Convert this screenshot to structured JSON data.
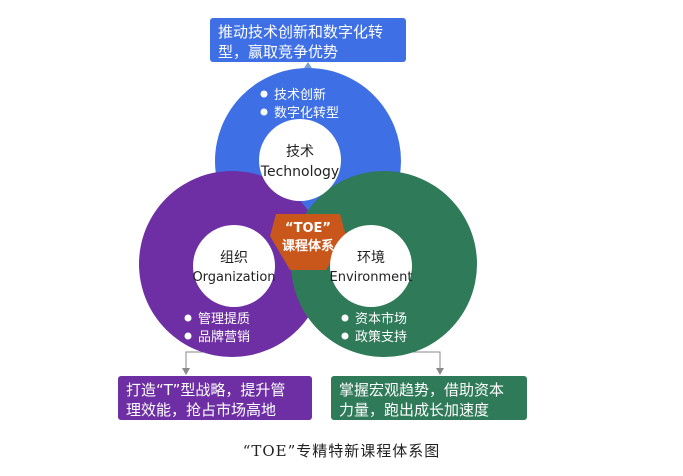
{
  "top_box": {
    "line1": "推动技术创新和数字化转",
    "line2": "型，赢取竞争优势"
  },
  "technology": {
    "bullets": [
      "技术创新",
      "数字化转型"
    ],
    "label_cn": "技术",
    "label_en": "Technology"
  },
  "center": {
    "line1": "“TOE”",
    "line2": "课程体系"
  },
  "organization": {
    "bullets": [
      "管理提质",
      "品牌营销"
    ],
    "label_cn": "组织",
    "label_en": "Organization"
  },
  "environment": {
    "bullets": [
      "资本市场",
      "政策支持"
    ],
    "label_cn": "环境",
    "label_en": "Environment"
  },
  "left_box": {
    "line1": "打造“T”型战略，提升管",
    "line2": "理效能，抢占市场高地"
  },
  "right_box": {
    "line1": "掌握宏观趋势，借助资本",
    "line2": "力量，跑出成长加速度"
  },
  "caption": "“TOE”专精特新课程体系图",
  "colors": {
    "technology": "#3f6fe5",
    "organization": "#6d2fa3",
    "environment": "#2f7a58",
    "center": "#c9561a"
  }
}
